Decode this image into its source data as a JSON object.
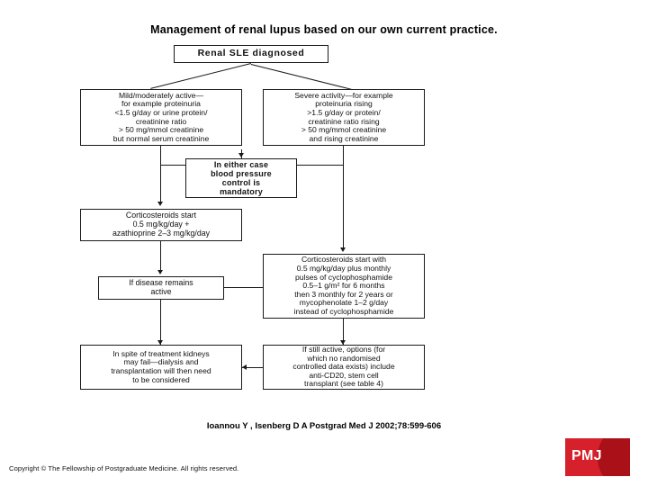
{
  "slide": {
    "title": "Management of renal lupus based on our own current practice.",
    "citation": "Ioannou Y , Isenberg D A Postgrad Med J 2002;78:599-606",
    "copyright": "Copyright © The Fellowship of Postgraduate Medicine. All rights reserved."
  },
  "logo": {
    "text": "PMJ",
    "background_color": "#d6202b",
    "arc_color": "#aa1017"
  },
  "flowchart": {
    "type": "flowchart",
    "nodes": {
      "diagnosis": "Renal SLE diagnosed",
      "mild": "Mild/moderately active—\nfor example proteinuria\n<1.5 g/day or urine protein/\ncreatinine ratio\n> 50 mg/mmol creatinine\nbut normal serum creatinine",
      "severe": "Severe activity—for example\nproteinuria rising\n>1.5 g/day or protein/\ncreatinine ratio rising\n> 50 mg/mmol creatinine\nand rising creatinine",
      "blood_pressure": "In either case\nblood pressure\ncontrol is\nmandatory",
      "steroid_start": "Corticosteroids start\n0.5 mg/kg/day +\nazathioprine 2–3 mg/kg/day",
      "remains_active": "If disease remains\nactive",
      "cyclophosphamide": "Corticosteroids start with\n0.5 mg/kg/day plus monthly\npulses of cyclophosphamide\n0.5–1 g/m² for 6 months\nthen 3 monthly for 2 years or\nmycophenolate 1–2 g/day\ninstead of cyclophosphamide",
      "dialysis": "In spite of treatment kidneys\nmay fail—dialysis and\ntransplantation will then need\nto be considered",
      "still_active": "If still active, options (for\nwhich no randomised\ncontrolled data exists) include\nanti-CD20, stem cell\ntransplant (see table 4)"
    }
  }
}
